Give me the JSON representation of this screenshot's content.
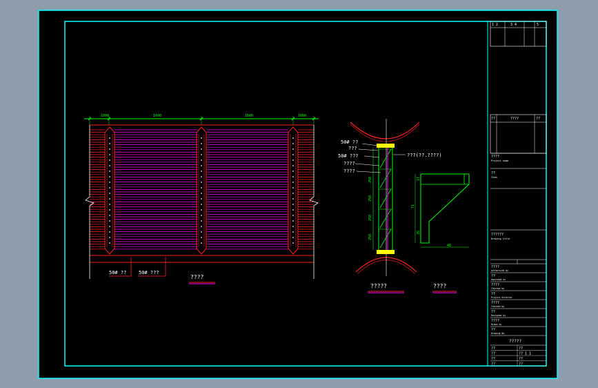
{
  "colors": {
    "background_outer": "#8e9eae",
    "sheet": "#000000",
    "frame": "#00ffff",
    "red": "#ff2020",
    "magenta": "#ff00ff",
    "yellow": "#ffff00",
    "green": "#00ff00",
    "white": "#ffffff"
  },
  "plan_view": {
    "dim_labels": [
      "1000",
      "1600",
      "1600",
      "1000"
    ],
    "callout_1": "50# ??",
    "callout_2": "50# ???",
    "caption": "????"
  },
  "section_view": {
    "callouts": [
      "50# ??",
      "???",
      "50# ???",
      "????",
      "????"
    ],
    "right_callout": "???(??.????)",
    "dims": [
      "250",
      "250",
      "250",
      "250"
    ],
    "caption": "?????"
  },
  "detail_view": {
    "dims": [
      "17",
      "71",
      "35",
      "48"
    ],
    "caption": "????"
  },
  "title_block": {
    "top_row": [
      "1  2",
      "3  4",
      "5"
    ],
    "revision_header": [
      "??",
      "????",
      "??"
    ],
    "project_label": "????",
    "project_sub": "Project name",
    "item_label": "??",
    "item_sub": "Item",
    "drawing_label": "??????",
    "drawing_sub": "Drawing title",
    "roles": [
      {
        "cn": "????",
        "en": "Authorized by"
      },
      {
        "cn": "??",
        "en": "Approved by"
      },
      {
        "cn": "????",
        "en": "Checked by"
      },
      {
        "cn": "??",
        "en": "Project director"
      },
      {
        "cn": "????",
        "en": "Checked by"
      },
      {
        "cn": "??",
        "en": "Designed by"
      },
      {
        "cn": "????",
        "en": "Drawn by"
      },
      {
        "cn": "??",
        "en": "Drawing No."
      }
    ],
    "drawing_name": "?????",
    "bottom_rows": [
      {
        "k": "??",
        "v": "??"
      },
      {
        "k": "??",
        "v": "??  1 1"
      },
      {
        "k": "??",
        "v": "??"
      },
      {
        "k": "??",
        "v": "??"
      }
    ]
  }
}
